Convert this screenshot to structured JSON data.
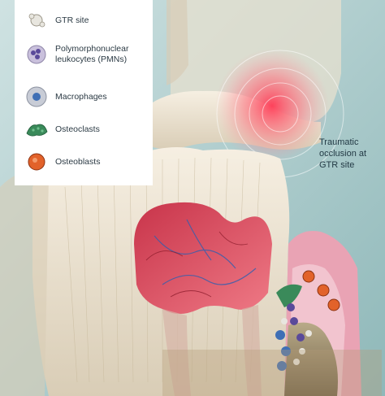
{
  "legend": {
    "items": [
      {
        "label": "GTR site",
        "icon": "gtr-site-icon",
        "color": "#e8e6df"
      },
      {
        "label": "Polymorphonuclear leukocytes (PMNs)",
        "icon": "pmn-cell-icon",
        "color": "#5a4a9a"
      },
      {
        "label": "Macrophages",
        "icon": "macrophage-icon",
        "color": "#3f6fb5"
      },
      {
        "label": "Osteoclasts",
        "icon": "osteoclast-icon",
        "color": "#3a8a5a"
      },
      {
        "label": "Osteoblasts",
        "icon": "osteoblast-icon",
        "color": "#e2622a"
      }
    ]
  },
  "annotation": {
    "label": "Traumatic occlusion at GTR site"
  },
  "colors": {
    "background": "#9fc4c4",
    "enamel": "#efe6d4",
    "pulp": "#d94a58",
    "gingiva": "#e9a3b4",
    "highlight": "#ff5a6a"
  }
}
